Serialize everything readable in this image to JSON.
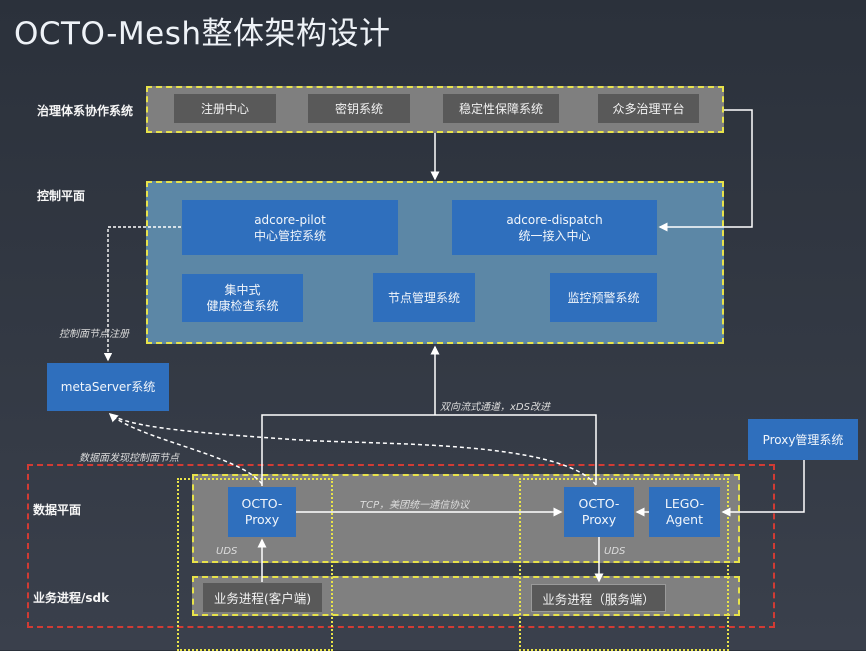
{
  "title": "OCTO-Mesh整体架构设计",
  "rows": {
    "governance": "治理体系协作系统",
    "control": "控制平面",
    "data": "数据平面",
    "business": "业务进程/sdk"
  },
  "governance_items": [
    "注册中心",
    "密钥系统",
    "稳定性保障系统",
    "众多治理平台"
  ],
  "control_plane": {
    "pilot": {
      "line1": "adcore-pilot",
      "line2": "中心管控系统"
    },
    "dispatch": {
      "line1": "adcore-dispatch",
      "line2": "统一接入中心"
    },
    "health": {
      "line1": "集中式",
      "line2": "健康检查系统"
    },
    "node_mgmt": "节点管理系统",
    "monitor": "监控预警系统"
  },
  "meta_server": "metaServer系统",
  "proxy_mgmt": "Proxy管理系统",
  "data_plane": {
    "client_proxy": {
      "line1": "OCTO-",
      "line2": "Proxy"
    },
    "server_proxy": {
      "line1": "OCTO-",
      "line2": "Proxy"
    },
    "lego_agent": {
      "line1": "LEGO-",
      "line2": "Agent"
    },
    "client_process": "业务进程(客户端)",
    "server_process": "业务进程（服务端）"
  },
  "annotations": {
    "ctrl_register": "控制面节点注册",
    "data_discover": "数据面发现控制面节点",
    "bidirectional": "双向流式通道，xDS改进",
    "tcp": "TCP，美团统一通信协议",
    "uds_client": "UDS",
    "uds_server": "UDS"
  },
  "colors": {
    "background": "#2b313b",
    "blue_box": "#2f6fbd",
    "gray_panel": "#7f7f7f",
    "dark_gray_box": "#595959",
    "control_panel": "#5c87a6",
    "yellow_dash": "#e8e34a",
    "red_dash": "#d23b34"
  }
}
